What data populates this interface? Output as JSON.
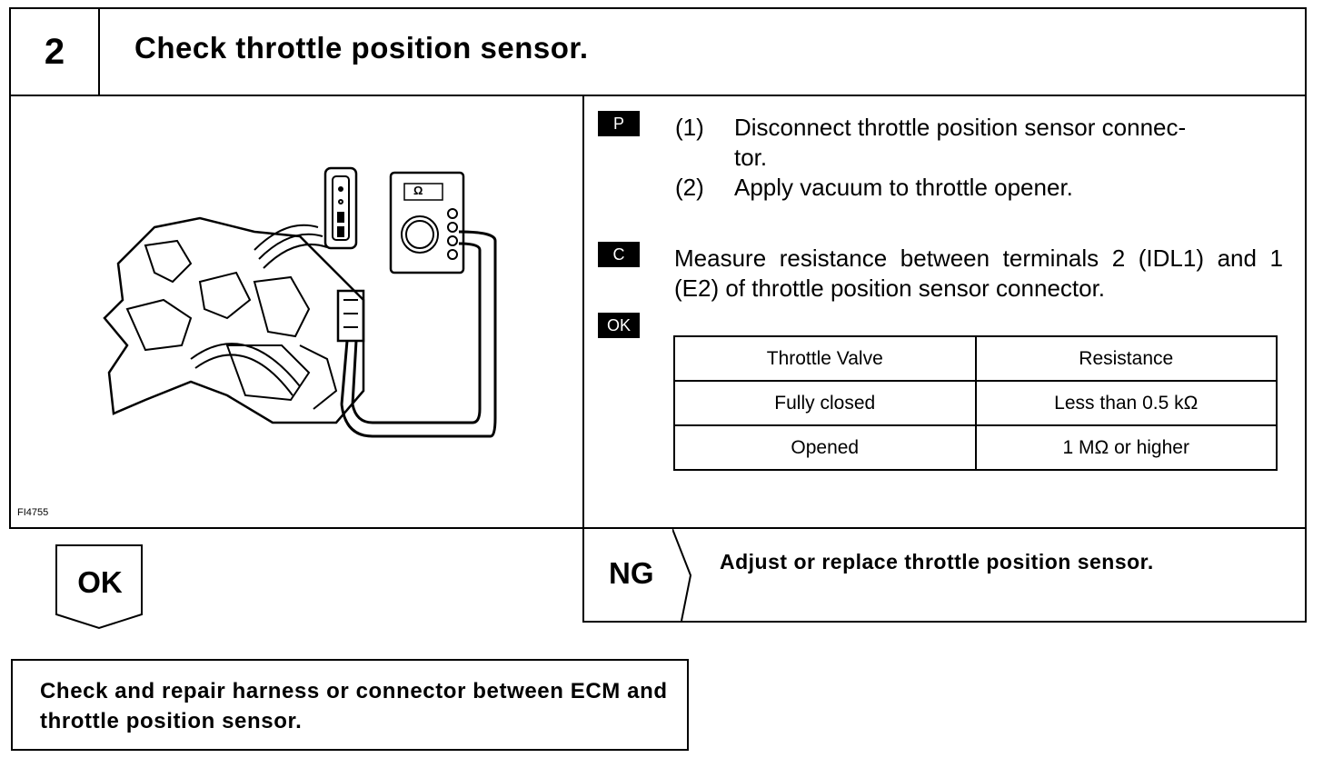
{
  "header": {
    "step_number": "2",
    "title": "Check throttle position sensor."
  },
  "figure": {
    "id": "FI4755",
    "meter_symbol": "Ω"
  },
  "procedure": {
    "badges": {
      "prepare": "P",
      "check": "C",
      "ok": "OK"
    },
    "steps": [
      {
        "num": "(1)",
        "text": "Disconnect throttle position sensor connec-\ntor."
      },
      {
        "num": "(2)",
        "text": "Apply vacuum to throttle opener."
      }
    ],
    "measure": "Measure resistance between terminals 2 (IDL1) and 1 (E2) of throttle position sensor connector."
  },
  "spec_table": {
    "headers": [
      "Throttle Valve",
      "Resistance"
    ],
    "rows": [
      [
        "Fully closed",
        "Less than 0.5 kΩ"
      ],
      [
        "Opened",
        "1 MΩ or higher"
      ]
    ]
  },
  "result": {
    "ok_label": "OK",
    "ng_label": "NG",
    "ng_action": "Adjust or replace throttle position sensor."
  },
  "next_step": "Check and repair harness or connector between ECM and throttle position sensor."
}
